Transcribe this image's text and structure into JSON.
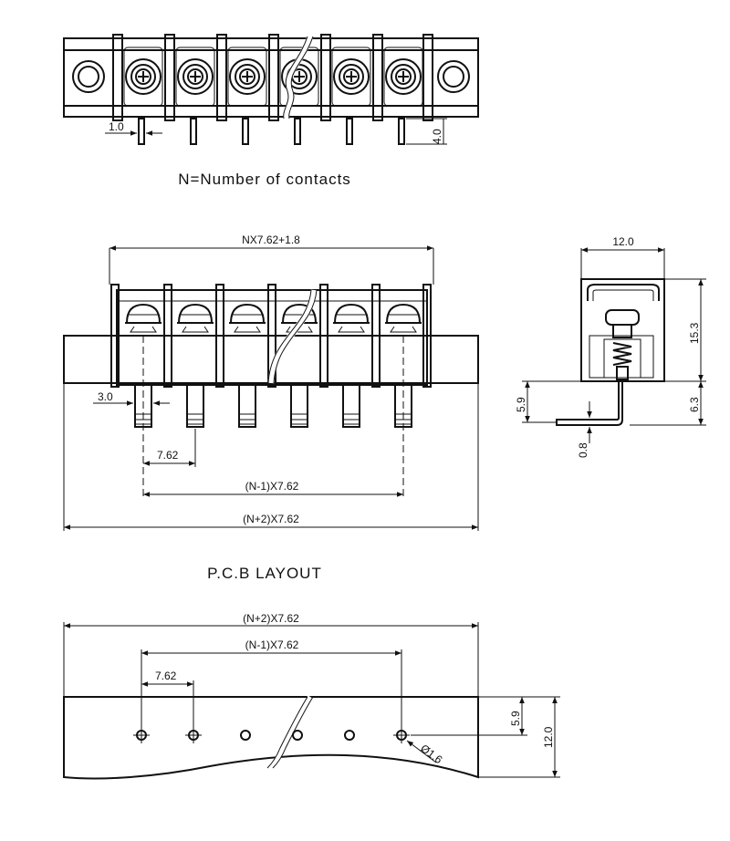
{
  "captions": {
    "contacts_note": "N=Number of contacts",
    "pcb_layout": "P.C.B LAYOUT"
  },
  "top_view": {
    "pin_pitch_label": "1.0",
    "pin_length_label": "4.0"
  },
  "front_view": {
    "overall_top": "NX7.62+1.8",
    "pin_offset": "3.0",
    "pitch": "7.62",
    "span_n_minus_1": "(N-1)X7.62",
    "span_n_plus_2": "(N+2)X7.62"
  },
  "side_view": {
    "width": "12.0",
    "height": "15.3",
    "pin_height": "6.3",
    "pin_offset": "5.9",
    "pin_thickness": "0.8"
  },
  "pcb_view": {
    "span_n_plus_2": "(N+2)X7.62",
    "span_n_minus_1": "(N-1)X7.62",
    "pitch": "7.62",
    "row_offset": "5.9",
    "board_depth": "12.0",
    "hole_diameter": "Ø1.6"
  }
}
